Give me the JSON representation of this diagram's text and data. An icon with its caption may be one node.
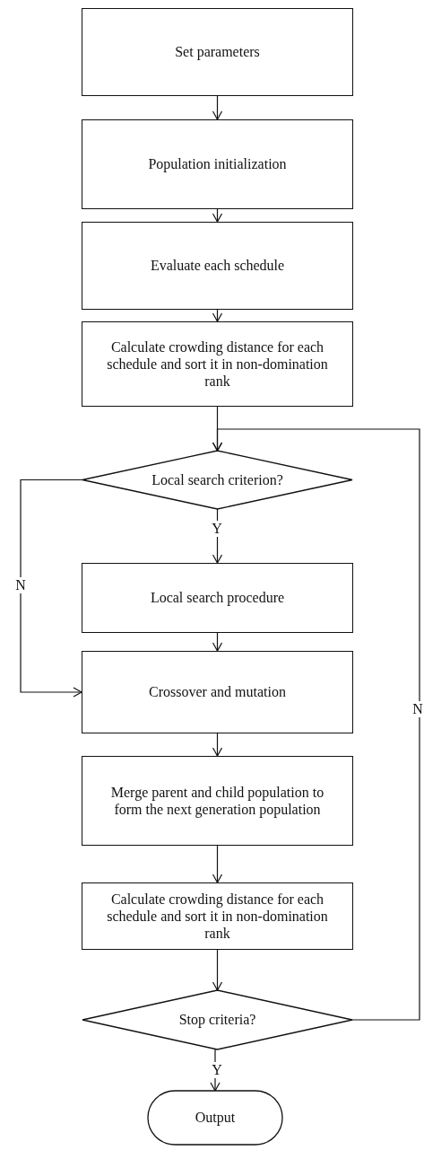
{
  "diagram": {
    "nodes": [
      {
        "text": [
          "Set parameters"
        ]
      },
      {
        "text": [
          "Population initialization"
        ]
      },
      {
        "text": [
          "Evaluate each schedule"
        ]
      },
      {
        "text": [
          "Calculate crowding distance for each schedule and sort it in non-domination rank"
        ]
      },
      {
        "text": [
          "Local search criterion?"
        ]
      },
      {
        "text": [
          "Local search procedure"
        ]
      },
      {
        "text": [
          "Crossover and mutation"
        ]
      },
      {
        "text": [
          "Merge parent and child population to form the next generation population"
        ]
      },
      {
        "text": [
          "Calculate crowding distance for each schedule and sort it in non-domination rank"
        ]
      },
      {
        "text": [
          "Stop criteria?"
        ]
      },
      {
        "text": [
          "Output"
        ]
      }
    ],
    "edges": [
      {
        "from": 0,
        "to": 1,
        "arrow": "to"
      },
      {
        "from": 1,
        "to": 2,
        "arrow": "to"
      },
      {
        "from": 2,
        "to": 3,
        "arrow": "to"
      },
      {
        "from": 3,
        "to": 4,
        "arrow": "to"
      },
      {
        "from": 4,
        "to": 5,
        "arrow": "to",
        "label": "Y"
      },
      {
        "from": 5,
        "to": 6,
        "arrow": "to"
      },
      {
        "from": 4,
        "to": 6,
        "arrow": "to",
        "label": "N"
      },
      {
        "from": 6,
        "to": 7,
        "arrow": "to"
      },
      {
        "from": 7,
        "to": 8,
        "arrow": "to"
      },
      {
        "from": 8,
        "to": 9,
        "arrow": "to"
      },
      {
        "from": 9,
        "to": 10,
        "arrow": "to",
        "label": "Y"
      },
      {
        "from": 9,
        "to": 4,
        "arrow": "to",
        "label": "N"
      }
    ]
  }
}
